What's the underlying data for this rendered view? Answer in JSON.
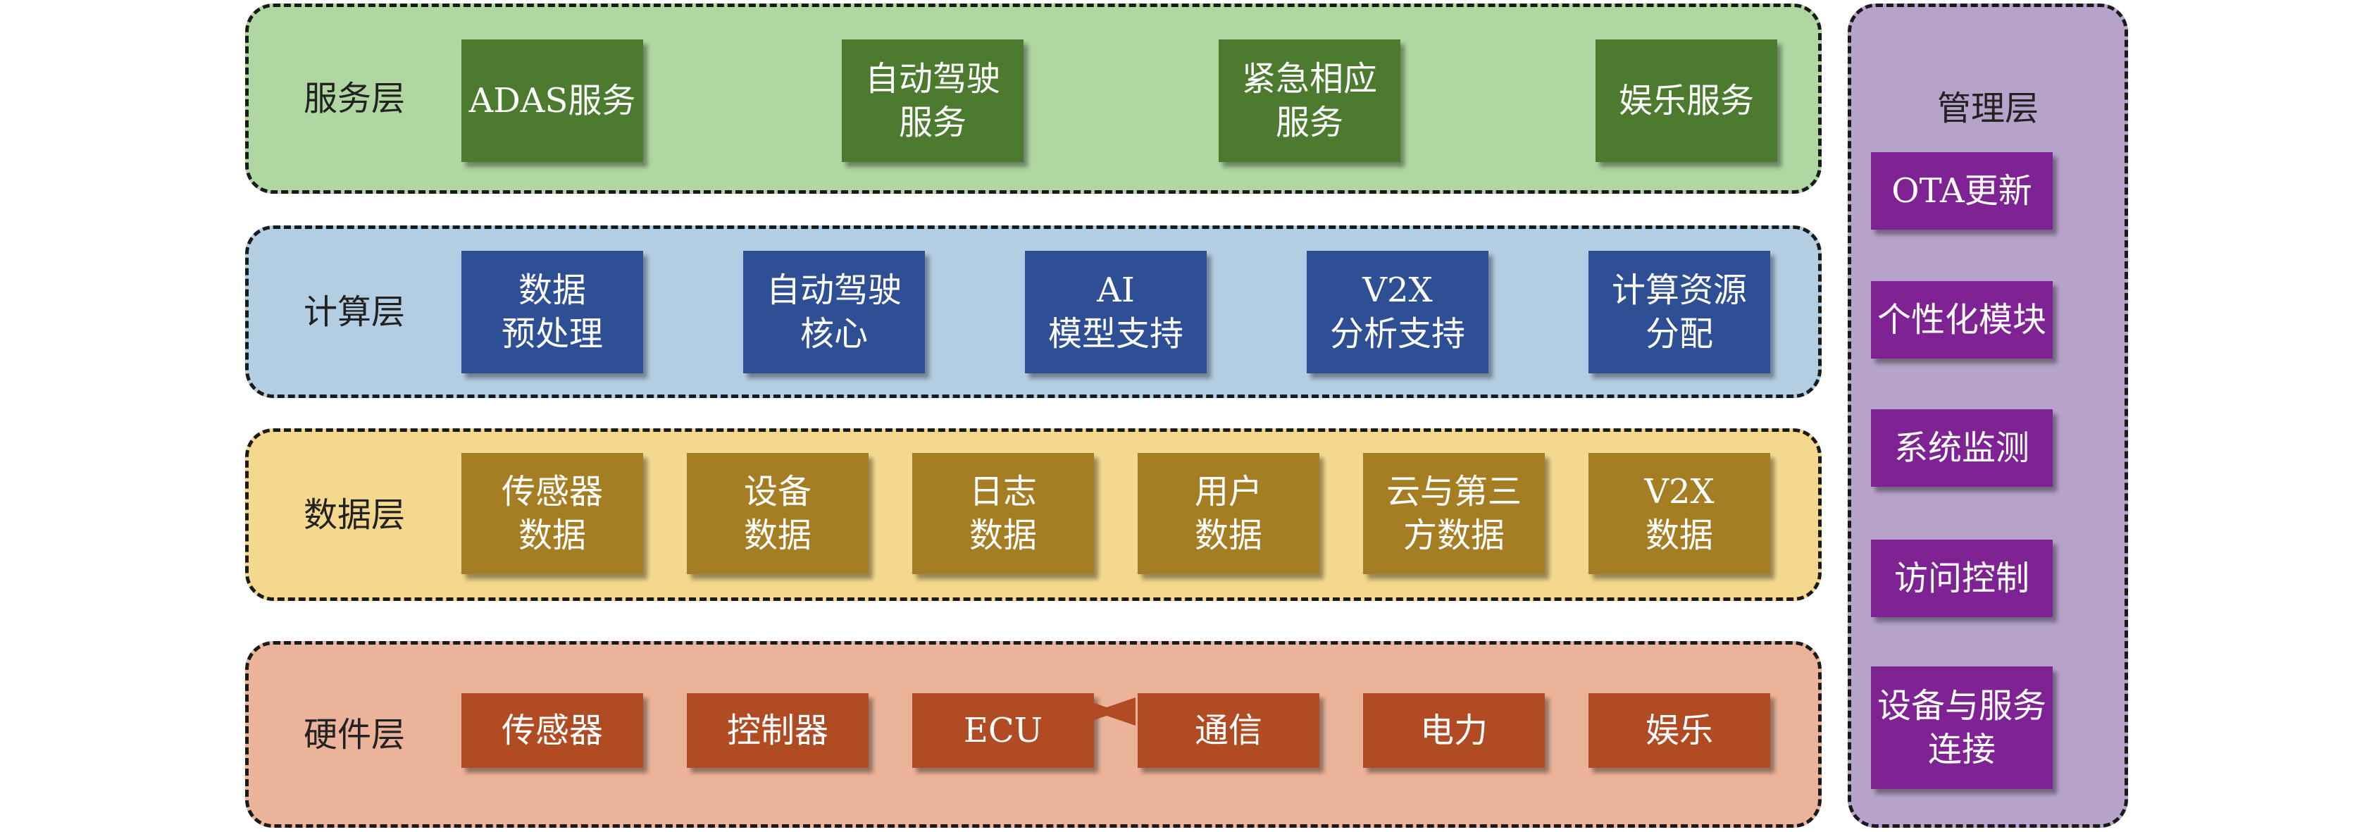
{
  "layers": [
    {
      "label": "服务层",
      "fill": "#b0d6a1",
      "box_color": "#4c7b30",
      "items": [
        "ADAS服务",
        "自动驾驶\n服务",
        "紧急相应\n服务",
        "娱乐服务"
      ]
    },
    {
      "label": "计算层",
      "fill": "#b3cde3",
      "box_color": "#2f4f95",
      "items": [
        "数据\n预处理",
        "自动驾驶\n核心",
        "AI\n模型支持",
        "V2X\n分析支持",
        "计算资源\n分配"
      ]
    },
    {
      "label": "数据层",
      "fill": "#f3d88d",
      "box_color": "#a57e24",
      "items": [
        "传感器\n数据",
        "设备\n数据",
        "日志\n数据",
        "用户\n数据",
        "云与第三\n方数据",
        "V2X\n数据"
      ]
    },
    {
      "label": "硬件层",
      "fill": "#ecb39b",
      "box_color": "#b04b24",
      "items": [
        "传感器",
        "控制器",
        "ECU",
        "通信",
        "电力",
        "娱乐"
      ]
    }
  ],
  "management": {
    "label": "管理层",
    "fill": "#b7a3c9",
    "box_color": "#7f2394",
    "items": [
      "OTA更新",
      "个性化模块",
      "系统监测",
      "访问控制",
      "设备与服务\n连接"
    ]
  }
}
